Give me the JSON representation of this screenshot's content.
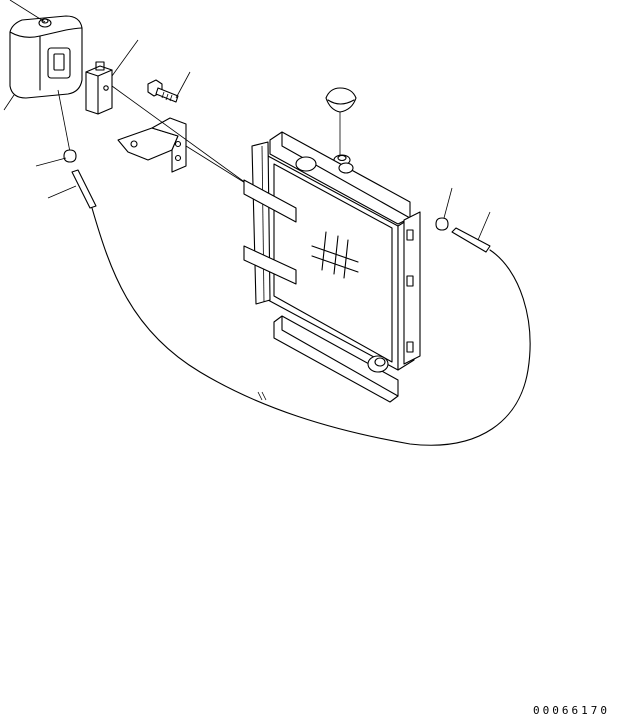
{
  "drawing_number": "00066170",
  "colors": {
    "ink": "#000000",
    "paper": "#ffffff"
  },
  "parts": [
    "reserve-tank",
    "tank-bracket",
    "mounting-bolt",
    "mounting-plate",
    "radiator-cap",
    "radiator-core",
    "hose-clamp-left",
    "hose-end-left",
    "hose-clamp-right",
    "hose-end-right",
    "overflow-hose"
  ]
}
